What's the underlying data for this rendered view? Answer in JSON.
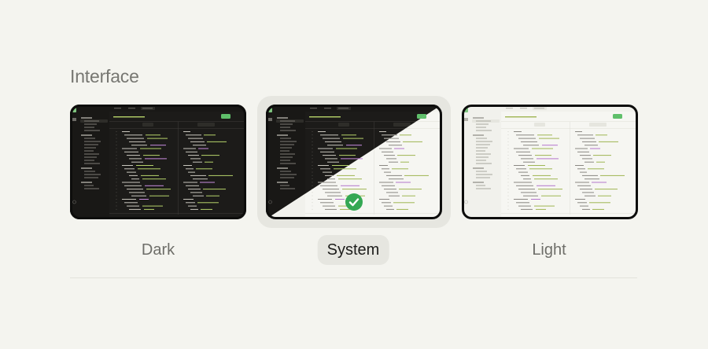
{
  "section": {
    "title": "Interface"
  },
  "themes": [
    {
      "id": "dark",
      "label": "Dark",
      "selected": false
    },
    {
      "id": "system",
      "label": "System",
      "selected": true
    },
    {
      "id": "light",
      "label": "Light",
      "selected": false
    }
  ],
  "icons": {
    "selected_indicator": "check-circle-icon"
  },
  "colors": {
    "background": "#f4f4ef",
    "selected_bg": "#e6e6e0",
    "check_green": "#34a853",
    "dark_surface": "#1c1b19",
    "light_surface": "#f6f6f2",
    "accent_green": "#5fbf6a"
  }
}
